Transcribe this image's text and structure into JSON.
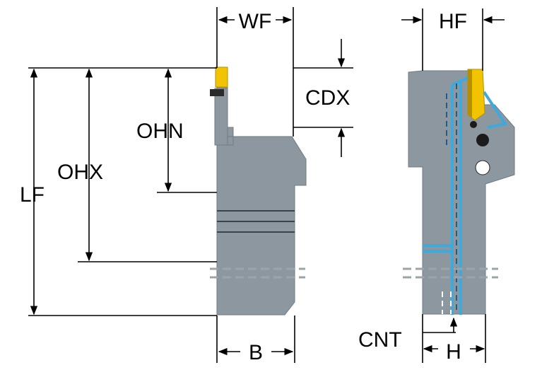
{
  "labels": {
    "wf": "WF",
    "hf": "HF",
    "cdx": "CDX",
    "ohn": "OHN",
    "ohx": "OHX",
    "lf": "LF",
    "b": "B",
    "cnt": "CNT",
    "h": "H"
  },
  "colors": {
    "holder_body": "#8c979f",
    "holder_dark": "#6f7b85",
    "insert": "#f2c300",
    "insert_shadow": "#b58f00",
    "coolant": "#3fa9dc",
    "line": "#000000",
    "break_line": "#9aa4ab"
  }
}
